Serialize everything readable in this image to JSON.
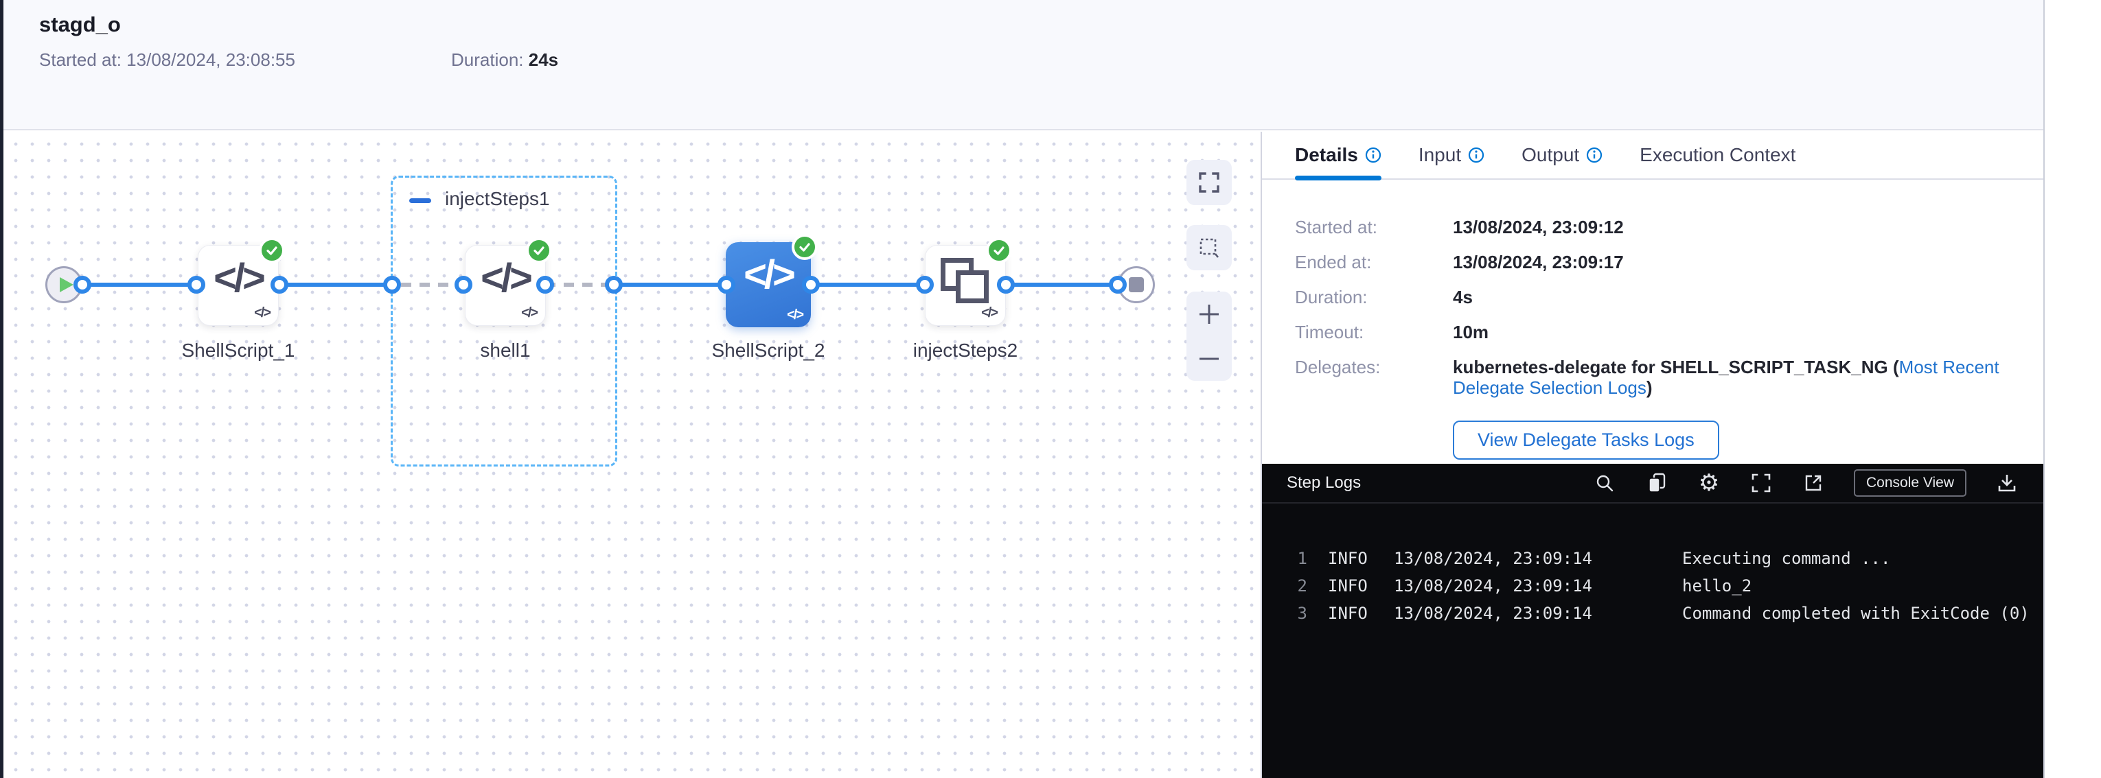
{
  "header": {
    "title": "stagd_o",
    "started": "Started at: 13/08/2024, 23:08:55",
    "duration_label": "Duration: ",
    "duration_value": "24s"
  },
  "icons": {
    "code": "</>"
  },
  "graph": {
    "group_label": "injectSteps1",
    "steps": [
      {
        "label": "ShellScript_1"
      },
      {
        "label": "shell1"
      },
      {
        "label": "ShellScript_2"
      },
      {
        "label": "injectSteps2"
      }
    ]
  },
  "panel": {
    "tabs": [
      {
        "label": "Details"
      },
      {
        "label": "Input"
      },
      {
        "label": "Output"
      },
      {
        "label": "Execution Context"
      }
    ],
    "details": {
      "rows": [
        {
          "label": "Started at:",
          "value": "13/08/2024, 23:09:12"
        },
        {
          "label": "Ended at:",
          "value": "13/08/2024, 23:09:17"
        },
        {
          "label": "Duration:",
          "value": "4s"
        },
        {
          "label": "Timeout:",
          "value": "10m"
        }
      ],
      "delegates_label": "Delegates:",
      "delegates_text": "kubernetes-delegate for SHELL_SCRIPT_TASK_NG (",
      "delegates_link": "Most Recent Delegate Selection Logs",
      "delegates_suffix": ")",
      "button": "View Delegate Tasks Logs"
    },
    "logs": {
      "title": "Step Logs",
      "console_view": "Console View",
      "lines": [
        {
          "num": "1",
          "level": "INFO",
          "time": "13/08/2024, 23:09:14",
          "message": "Executing command ..."
        },
        {
          "num": "2",
          "level": "INFO",
          "time": "13/08/2024, 23:09:14",
          "message": "hello_2"
        },
        {
          "num": "3",
          "level": "INFO",
          "time": "13/08/2024, 23:09:14",
          "message": "Command completed with ExitCode (0)"
        }
      ]
    }
  },
  "colors": {
    "accent": "#0278d5",
    "edge_blue": "#2f87e8",
    "success_green": "#42b14a",
    "selected_node": "#3b7fdd"
  }
}
